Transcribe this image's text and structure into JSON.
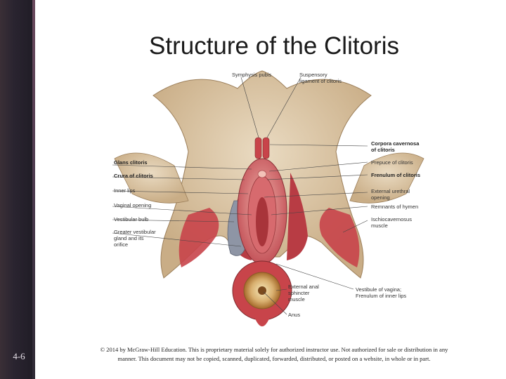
{
  "slide": {
    "title": "Structure of the Clitoris",
    "number": "4-6",
    "copyright": "© 2014 by McGraw-Hill Education. This is proprietary material solely for authorized instructor use. Not authorized for sale or distribution in any manner. This document may not be copied, scanned, duplicated, forwarded, distributed, or posted on a website, in whole or in part."
  },
  "diagram": {
    "labels": {
      "symphysis_pubis": "Symphysis pubis",
      "suspensory_ligament": "Suspensory\nligament of clitoris",
      "corpora_cavernosa": "Corpora cavernosa\nof clitoris",
      "glans_clitoris": "Glans clitoris",
      "prepuce_clitoris": "Prepuce of clitoris",
      "crura_clitoris": "Crura of clitoris",
      "frenulum_clitoris": "Frenulum of clitoris",
      "inner_lips": "Inner lips",
      "external_urethral_opening": "External urethral\nopening",
      "vaginal_opening": "Vaginal opening",
      "remnants_hymen": "Remnants of hymen",
      "vestibular_bulb": "Vestibular bulb",
      "ischiocavernosus": "Ischiocavernosus\nmuscle",
      "greater_vestibular_gland": "Greater vestibular\ngland and its\norifice",
      "external_anal_sphincter": "External anal\nsphincter\nmuscle",
      "vestibule_vagina": "Vestibule of vagina;\nFrenulum of inner lips",
      "anus": "Anus"
    },
    "colors": {
      "bone": "#d9c3a3",
      "muscle": "#c8444a",
      "tissue": "#e08a8a",
      "bulb": "#8e95a5"
    }
  }
}
